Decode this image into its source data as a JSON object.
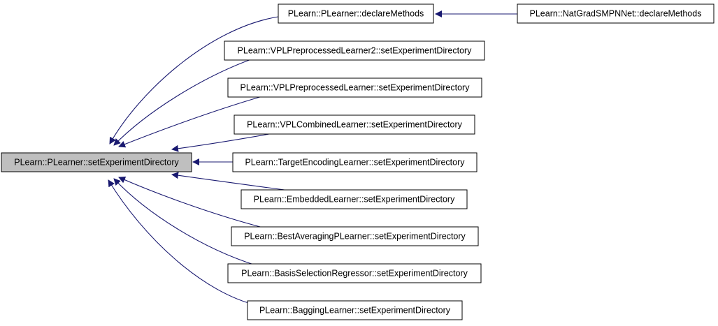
{
  "colors": {
    "edge": "#191970",
    "focus_fill": "#bfbfbf",
    "node_fill": "#ffffff",
    "border": "#000000"
  },
  "nodes": {
    "n_focus": {
      "label": "PLearn::PLearner::setExperimentDirectory",
      "focus": true
    },
    "n_declare": {
      "label": "PLearn::PLearner::declareMethods"
    },
    "n_natgrad": {
      "label": "PLearn::NatGradSMPNNet::declareMethods"
    },
    "n_vplpre2": {
      "label": "PLearn::VPLPreprocessedLearner2::setExperimentDirectory"
    },
    "n_vplpre": {
      "label": "PLearn::VPLPreprocessedLearner::setExperimentDirectory"
    },
    "n_vplcomb": {
      "label": "PLearn::VPLCombinedLearner::setExperimentDirectory"
    },
    "n_target": {
      "label": "PLearn::TargetEncodingLearner::setExperimentDirectory"
    },
    "n_embedded": {
      "label": "PLearn::EmbeddedLearner::setExperimentDirectory"
    },
    "n_bestavg": {
      "label": "PLearn::BestAveragingPLearner::setExperimentDirectory"
    },
    "n_basis": {
      "label": "PLearn::BasisSelectionRegressor::setExperimentDirectory"
    },
    "n_bagging": {
      "label": "PLearn::BaggingLearner::setExperimentDirectory"
    }
  },
  "edges": [
    {
      "from": "n_declare",
      "to": "n_focus"
    },
    {
      "from": "n_natgrad",
      "to": "n_declare"
    },
    {
      "from": "n_vplpre2",
      "to": "n_focus"
    },
    {
      "from": "n_vplpre",
      "to": "n_focus"
    },
    {
      "from": "n_vplcomb",
      "to": "n_focus"
    },
    {
      "from": "n_target",
      "to": "n_focus"
    },
    {
      "from": "n_embedded",
      "to": "n_focus"
    },
    {
      "from": "n_bestavg",
      "to": "n_focus"
    },
    {
      "from": "n_basis",
      "to": "n_focus"
    },
    {
      "from": "n_bagging",
      "to": "n_focus"
    }
  ]
}
